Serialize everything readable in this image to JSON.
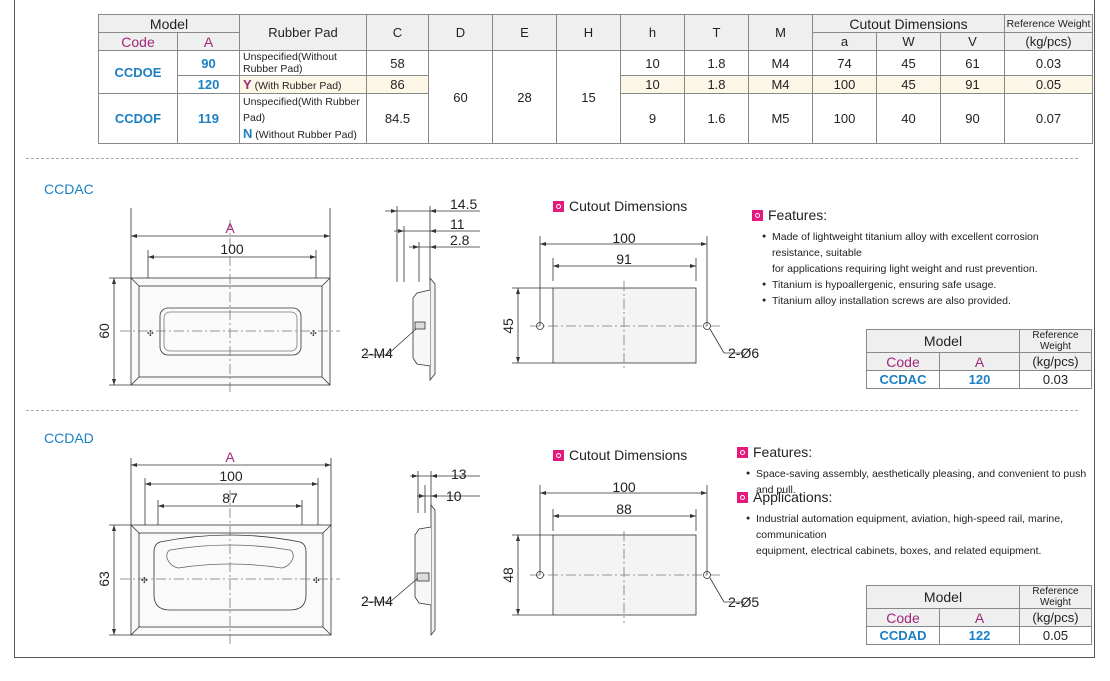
{
  "spec_table": {
    "h_model": "Model",
    "h_code": "Code",
    "h_a": "A",
    "h_rubber": "Rubber Pad",
    "h_c": "C",
    "h_d": "D",
    "h_e": "E",
    "h_h": "H",
    "h_h2": "h",
    "h_t": "T",
    "h_m": "M",
    "h_cutout": "Cutout Dimensions",
    "h_a2": "a",
    "h_w": "W",
    "h_v": "V",
    "h_weight": "Reference Weight",
    "h_unit": "(kg/pcs)",
    "ccdoe": "CCDOE",
    "ccdof": "CCDOF",
    "d_val": "60",
    "e_val": "28",
    "h_val": "15",
    "rows": [
      {
        "a": "90",
        "rp": "Unspecified(Without Rubber Pad)",
        "c": "58",
        "h": "10",
        "t": "1.8",
        "m": "M4",
        "ca": "74",
        "w": "45",
        "v": "61",
        "wt": "0.03"
      },
      {
        "a": "120",
        "rp_code": "Y",
        "rp": " (With Rubber Pad)",
        "c": "86",
        "h": "10",
        "t": "1.8",
        "m": "M4",
        "ca": "100",
        "w": "45",
        "v": "91",
        "wt": "0.05"
      },
      {
        "a": "119",
        "rp": "Unspecified(With Rubber Pad)",
        "rp_code": "N",
        "rp2": " (Without Rubber Pad)",
        "c": "84.5",
        "h": "9",
        "t": "1.6",
        "m": "M5",
        "ca": "100",
        "w": "40",
        "v": "90",
        "wt": "0.07"
      }
    ]
  },
  "ccdac": {
    "title": "CCDAC",
    "front": {
      "a": "A",
      "w100": "100",
      "h60": "60"
    },
    "side": {
      "d1": "14.5",
      "d2": "11",
      "d3": "2.8",
      "screw": "2-M4"
    },
    "cutout": {
      "title": "Cutout Dimensions",
      "w1": "100",
      "w2": "91",
      "h": "45",
      "hole": "2-Ø6"
    },
    "features_title": "Features:",
    "features": [
      "Made of lightweight titanium alloy with excellent corrosion resistance, suitable",
      "for applications requiring light weight and rust prevention.",
      "Titanium is hypoallergenic, ensuring safe usage.",
      "Titanium alloy installation screws are also provided."
    ],
    "table": {
      "model": "Model",
      "weight": "Reference Weight",
      "code": "Code",
      "a": "A",
      "unit": "(kg/pcs)",
      "code_val": "CCDAC",
      "a_val": "120",
      "wt": "0.03"
    }
  },
  "ccdad": {
    "title": "CCDAD",
    "front": {
      "a": "A",
      "w100": "100",
      "w87": "87",
      "h63": "63"
    },
    "side": {
      "d1": "13",
      "d2": "10",
      "screw": "2-M4"
    },
    "cutout": {
      "title": "Cutout Dimensions",
      "w1": "100",
      "w2": "88",
      "h": "48",
      "hole": "2-Ø5"
    },
    "features_title": "Features:",
    "features": [
      "Space-saving assembly, aesthetically pleasing, and convenient to push and pull."
    ],
    "apps_title": "Applications:",
    "apps": [
      "Industrial automation equipment, aviation, high-speed rail, marine, communication",
      "equipment, electrical cabinets, boxes, and related equipment."
    ],
    "table": {
      "model": "Model",
      "weight": "Reference Weight",
      "code": "Code",
      "a": "A",
      "unit": "(kg/pcs)",
      "code_val": "CCDAD",
      "a_val": "122",
      "wt": "0.05"
    }
  },
  "colors": {
    "accent_blue": "#1b7fc4",
    "magenta": "#a0287a",
    "marker": "#e4197b"
  },
  "icons": {
    "section_marker": "square-marker-icon"
  }
}
